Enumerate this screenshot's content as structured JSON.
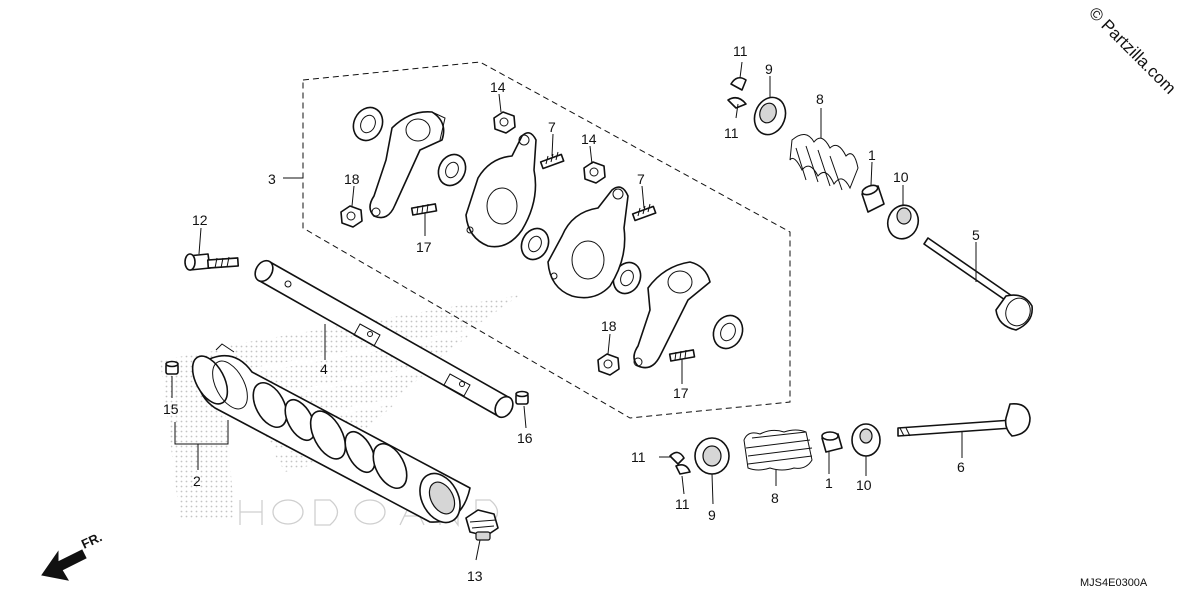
{
  "watermark": "© Partzilla.com",
  "diagram_code": "MJS4E0300A",
  "direction_label": "FR.",
  "callouts": {
    "c11a": "11",
    "c11b": "11",
    "c11c": "11",
    "c11d": "11",
    "c9a": "9",
    "c9b": "9",
    "c8a": "8",
    "c8b": "8",
    "c1a": "1",
    "c1b": "1",
    "c10a": "10",
    "c10b": "10",
    "c5": "5",
    "c6": "6",
    "c14a": "14",
    "c14b": "14",
    "c7a": "7",
    "c7b": "7",
    "c18a": "18",
    "c18b": "18",
    "c17a": "17",
    "c17b": "17",
    "c3": "3",
    "c12": "12",
    "c4": "4",
    "c15": "15",
    "c2": "2",
    "c16": "16",
    "c13": "13"
  }
}
